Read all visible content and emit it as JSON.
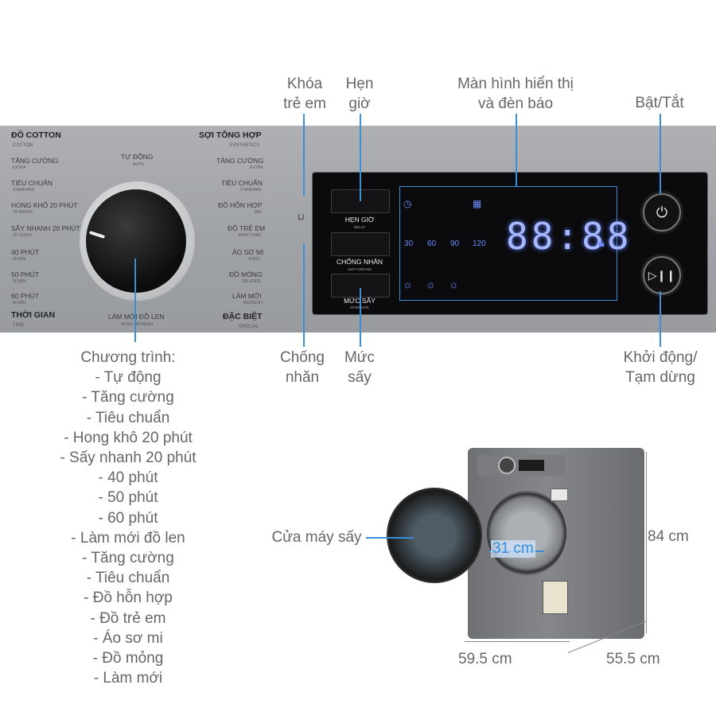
{
  "callouts": {
    "child_lock": "Khóa\ntrẻ em",
    "timer": "Hẹn\ngiờ",
    "display": "Màn hình hiển thị\nvà đèn báo",
    "power": "Bật/Tắt",
    "anti_crease": "Chống\nnhăn",
    "dry_level": "Mức\nsấy",
    "start_pause": "Khởi động/\nTạm dừng",
    "dryer_door": "Cửa máy sấy"
  },
  "panel": {
    "cotton": "ĐỒ COTTON",
    "cotton_en": "COTTON",
    "synthetics": "SỢI TỔNG HỢP",
    "synthetics_en": "SYNTHETICS",
    "time": "THỜI GIAN",
    "time_en": "TIME",
    "special": "ĐẶC BIỆT",
    "special_en": "SPECIAL",
    "auto": "TỰ ĐỘNG",
    "auto_en": "AUTO",
    "wool": "LÀM MỚI ĐỒ LEN",
    "wool_en": "WOOL REFRESH",
    "left_programs": [
      {
        "vi": "TĂNG CƯỜNG",
        "en": "EXTRA"
      },
      {
        "vi": "TIÊU CHUẨN",
        "en": "STANDARD"
      },
      {
        "vi": "HONG KHÔ 20 PHÚT",
        "en": "20' AIRING"
      },
      {
        "vi": "SẤY NHANH 20 PHÚT",
        "en": "20' QUICK"
      },
      {
        "vi": "40 PHÚT",
        "en": "40 MIN"
      },
      {
        "vi": "50 PHÚT",
        "en": "50 MIN"
      },
      {
        "vi": "60 PHÚT",
        "en": "60 MIN"
      }
    ],
    "right_programs": [
      {
        "vi": "TĂNG CƯỜNG",
        "en": "EXTRA"
      },
      {
        "vi": "TIÊU CHUẨN",
        "en": "STANDARD"
      },
      {
        "vi": "ĐỒ HỖN HỢP",
        "en": "MIX"
      },
      {
        "vi": "ĐỒ TRẺ EM",
        "en": "BABY CARE"
      },
      {
        "vi": "ÁO SƠ MI",
        "en": "SHIRT"
      },
      {
        "vi": "ĐỒ MỎNG",
        "en": "DELICATE"
      },
      {
        "vi": "LÀM MỚI",
        "en": "REFRESH"
      }
    ],
    "buttons": [
      {
        "vi": "HẸN GIỜ",
        "en": "DELAY"
      },
      {
        "vi": "CHỐNG NHĂN",
        "en": "ANTI-CREASE"
      },
      {
        "vi": "MỨC SẤY",
        "en": "INTENSIVE"
      }
    ],
    "minutes": [
      "30",
      "60",
      "90",
      "120"
    ],
    "clock": "88:88"
  },
  "programs_title": "Chương trình:",
  "programs": [
    "- Tự động",
    "- Tăng cường",
    "- Tiêu chuẩn",
    "- Hong khô 20 phút",
    "- Sấy nhanh 20 phút",
    "- 40 phút",
    "- 50 phút",
    "- 60 phút",
    "- Làm mới đồ len",
    "- Tăng cường",
    "- Tiêu chuẩn",
    "- Đồ hỗn hợp",
    "- Đồ trẻ em",
    "- Áo sơ mi",
    "- Đồ mỏng",
    "- Làm mới"
  ],
  "dimensions": {
    "height": "84 cm",
    "width": "59.5 cm",
    "depth": "55.5 cm",
    "door": "31 cm"
  },
  "colors": {
    "callout_line": "#3a8fd6",
    "lcd": "#6d8bff"
  }
}
